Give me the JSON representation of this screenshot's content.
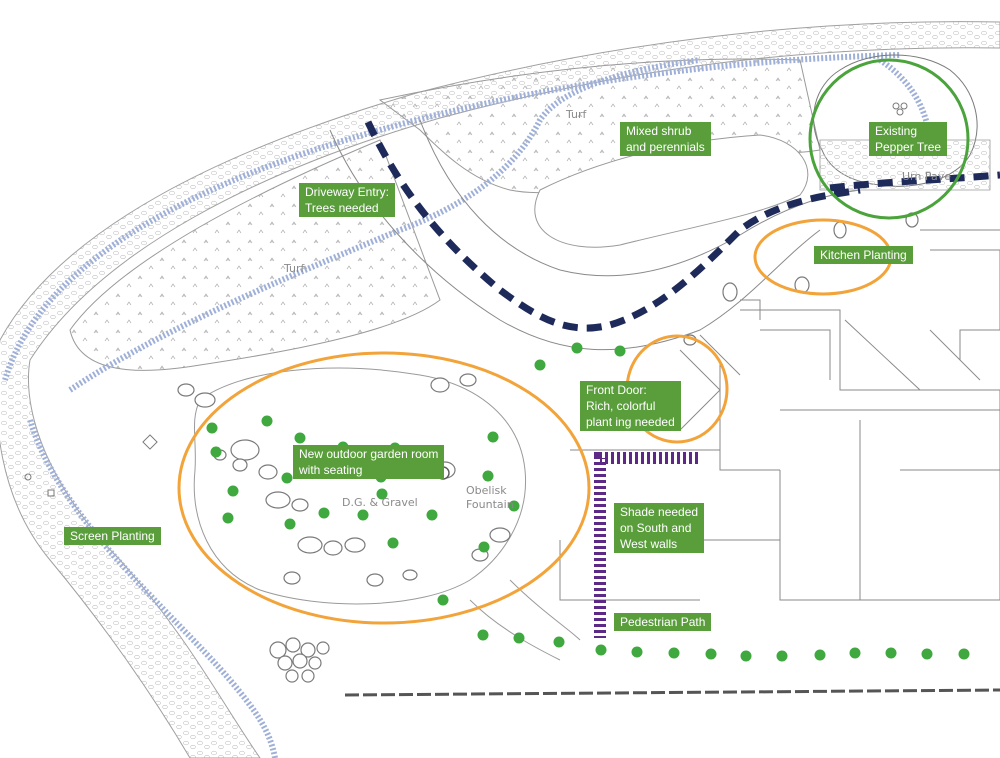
{
  "labels": {
    "mixed_shrub": {
      "line1": "Mixed shrub",
      "line2": "and perennials"
    },
    "pepper_tree": {
      "line1": "Existing",
      "line2": "Pepper Tree"
    },
    "driveway": {
      "line1": "Driveway Entry:",
      "line2": "Trees needed"
    },
    "kitchen": {
      "line1": "Kitchen Planting"
    },
    "front_door": {
      "line1": "Front Door:",
      "line2": "Rich, colorful",
      "line3": "plant ing needed"
    },
    "garden_room": {
      "line1": "New outdoor garden room",
      "line2": "with seating"
    },
    "shade": {
      "line1": "Shade needed",
      "line2": "on South and",
      "line3": "West walls"
    },
    "screen": {
      "line1": "Screen Planting"
    },
    "pedestrian": {
      "line1": "Pedestrian Path"
    }
  },
  "handwritten": {
    "turf_left": "Turf",
    "turf_top": "Turf",
    "urn_pave": "Urn Pave",
    "gravel": "D.G. & Gravel",
    "fountain_1": "Obelisk",
    "fountain_2": "Fountain"
  },
  "colors": {
    "label_bg": "#5a9e3c",
    "label_text": "#ffffff",
    "orange_zone": "#f2a43a",
    "green_zone": "#4ba33b",
    "tree_dot": "#3fa83e",
    "driveway_dash": "#1e2a5a",
    "shade_dash": "#5c2a86",
    "hedge_band": "#9fb0d8"
  }
}
